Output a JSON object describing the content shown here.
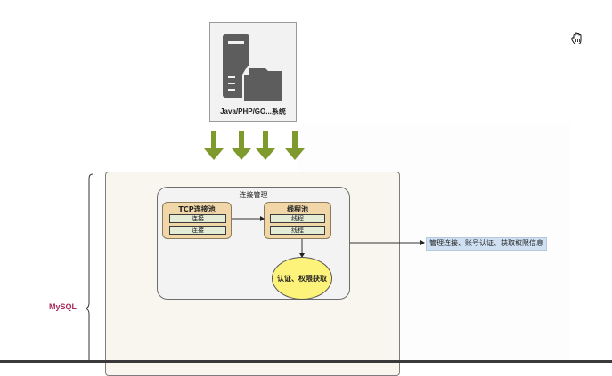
{
  "client": {
    "label": "Java/PHP/GO...系统",
    "icon": "server-folder-icon"
  },
  "arrows": {
    "count": 4,
    "color": "#7f9a2c"
  },
  "mysql": {
    "label": "MySQL",
    "label_color": "#a8295a",
    "connection_management": {
      "title": "连接管理",
      "tcp_pool": {
        "title": "TCP连接池",
        "items": [
          "连接",
          "连接"
        ]
      },
      "thread_pool": {
        "title": "线程池",
        "items": [
          "线程",
          "线程"
        ]
      },
      "auth": "认证、权限获取"
    }
  },
  "note": {
    "text": "管理连接、账号认证、获取权限信息"
  },
  "cursor": {
    "icon": "hand-cursor-icon"
  }
}
